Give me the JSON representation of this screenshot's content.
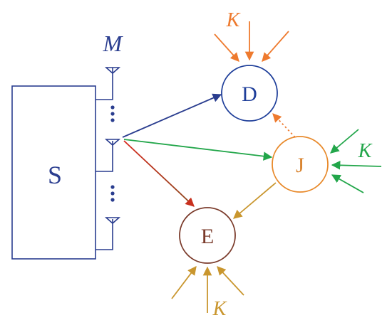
{
  "diagram": {
    "source_label": "S",
    "antenna_label": "M",
    "dots": "⋮",
    "nodes": {
      "destination": "D",
      "jammer": "J",
      "eavesdropper": "E"
    },
    "interference_labels": {
      "destination": "K",
      "jammer": "K",
      "eavesdropper": "K"
    },
    "colors": {
      "source": "#2a3d8f",
      "destination": "#1f3f9a",
      "jammer_node": "#e8892a",
      "jammer_text": "#d8822c",
      "eavesdropper": "#7a3a2a",
      "green": "#22a64a",
      "orange": "#ee7a2e",
      "gold": "#c9962e",
      "red": "#d9261c"
    }
  }
}
